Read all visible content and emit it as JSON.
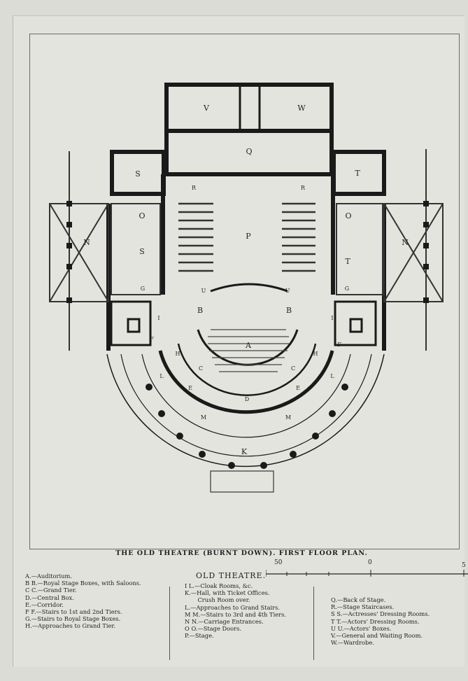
{
  "caption": "THE OLD THEATRE (BURNT DOWN). FIRST FLOOR PLAN.",
  "scale": {
    "left": "50",
    "mid": "0",
    "right": "5"
  },
  "legend": {
    "title": "OLD THEATRE.",
    "col1": [
      "A.—Auditorium.",
      "B B.—Royal Stage Boxes, with Saloons.",
      "C C.—Grand Tier.",
      "D.—Central Box.",
      "E.—Corridor.",
      "F F.—Stairs to 1st and 2nd Tiers.",
      "G.—Stairs to Royal Stage Boxes.",
      "H.—Approaches to Grand Tier."
    ],
    "col2": [
      "I L.—Cloak Rooms, &c.",
      "K.—Hall, with Ticket Offices.",
      "       Crush Room over.",
      "L.—Approaches to Grand Stairs.",
      "M M.—Stairs to 3rd and 4th Tiers.",
      "N N.—Carriage Entrances.",
      "O O.—Stage Doors.",
      "P.—Stage."
    ],
    "col3": [
      "Q.—Back of Stage.",
      "R.—Stage Staircases.",
      "S S.—Actresses' Dressing Rooms.",
      "T T.—Actors' Dressing Rooms.",
      "U U.—Actors' Boxes.",
      "V.—General and Waiting Room.",
      "W.—Wardrobe."
    ]
  },
  "plan_labels": {
    "V": "V",
    "W": "W",
    "Q": "Q",
    "S": "S",
    "T": "T",
    "R": "R",
    "P": "P",
    "O": "O",
    "N": "N",
    "U": "U",
    "B": "B",
    "A": "A",
    "C": "C",
    "D": "D",
    "E": "E",
    "F": "F",
    "L": "L",
    "M": "M",
    "K": "K",
    "G": "G",
    "H": "H",
    "I": "I"
  }
}
